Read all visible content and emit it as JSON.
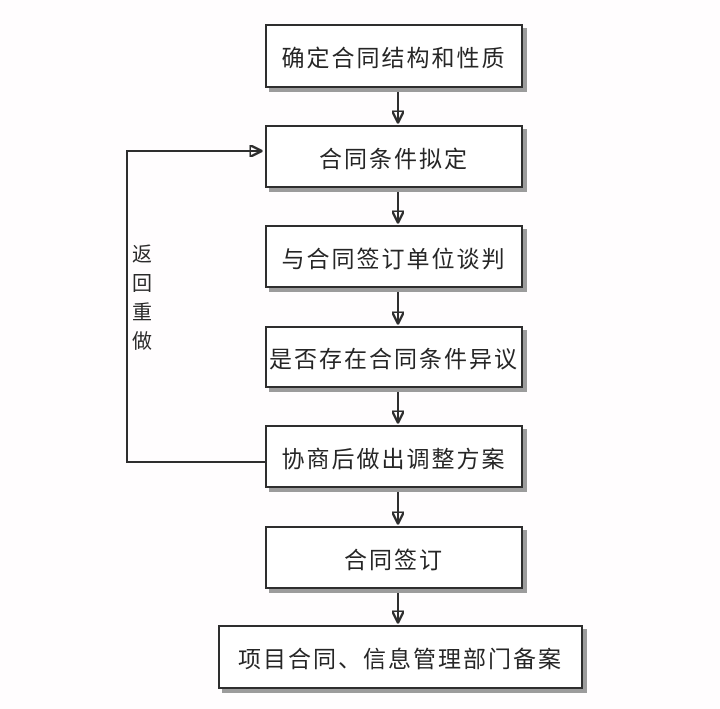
{
  "diagram": {
    "nodes": [
      {
        "id": "determine-contract-structure",
        "label": "确定合同结构和性质"
      },
      {
        "id": "draft-contract-terms",
        "label": "合同条件拟定"
      },
      {
        "id": "negotiate-with-signing-party",
        "label": "与合同签订单位谈判"
      },
      {
        "id": "check-term-objections",
        "label": "是否存在合同条件异议"
      },
      {
        "id": "adjustment-plan",
        "label": "协商后做出调整方案"
      },
      {
        "id": "contract-signing",
        "label": "合同签订"
      },
      {
        "id": "filing-with-departments",
        "label": "项目合同、信息管理部门备案"
      }
    ],
    "edges": [
      {
        "from": "determine-contract-structure",
        "to": "draft-contract-terms"
      },
      {
        "from": "draft-contract-terms",
        "to": "negotiate-with-signing-party"
      },
      {
        "from": "negotiate-with-signing-party",
        "to": "check-term-objections"
      },
      {
        "from": "check-term-objections",
        "to": "adjustment-plan"
      },
      {
        "from": "adjustment-plan",
        "to": "contract-signing"
      },
      {
        "from": "contract-signing",
        "to": "filing-with-departments"
      },
      {
        "from": "adjustment-plan",
        "to": "draft-contract-terms",
        "label": "返回重做",
        "type": "feedback-loop"
      }
    ],
    "loop_label": "返回重做",
    "colors": {
      "line": "#2e2e2e",
      "box_border": "#2e2e2e",
      "box_fill": "#ffffff",
      "shadow": "#9c9c9c",
      "background": "#fffdfe",
      "text": "#262626"
    }
  }
}
